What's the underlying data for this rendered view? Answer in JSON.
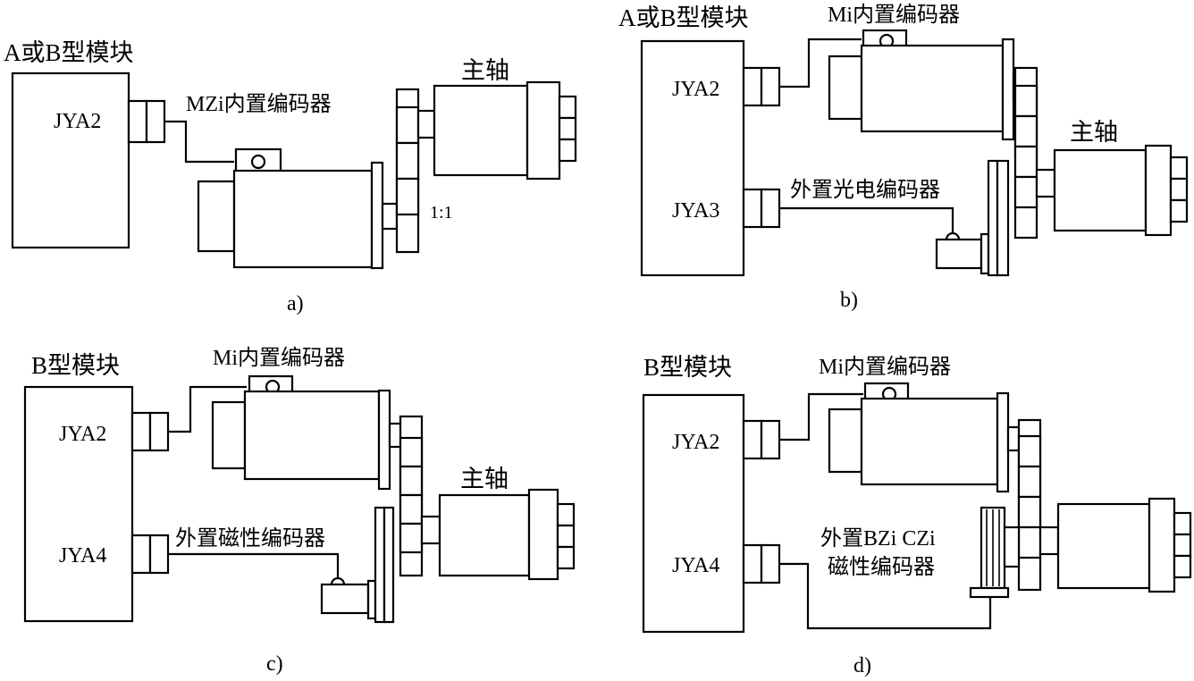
{
  "panels": {
    "a": {
      "module_label": "A或B型模块",
      "port": "JYA2",
      "encoder_label": "MZi内置编码器",
      "spindle_label": "主轴",
      "ratio": "1:1",
      "caption": "a)"
    },
    "b": {
      "module_label": "A或B型模块",
      "port1": "JYA2",
      "port2": "JYA3",
      "encoder_label": "Mi内置编码器",
      "ext_encoder_label": "外置光电编码器",
      "spindle_label": "主轴",
      "caption": "b)"
    },
    "c": {
      "module_label": "B型模块",
      "port1": "JYA2",
      "port2": "JYA4",
      "encoder_label": "Mi内置编码器",
      "ext_encoder_label": "外置磁性编码器",
      "spindle_label": "主轴",
      "caption": "c)"
    },
    "d": {
      "module_label": "B型模块",
      "port1": "JYA2",
      "port2": "JYA4",
      "encoder_label": "Mi内置编码器",
      "ext_encoder_line1": "外置BZi CZi",
      "ext_encoder_line2": "磁性编码器",
      "caption": "d)"
    }
  }
}
